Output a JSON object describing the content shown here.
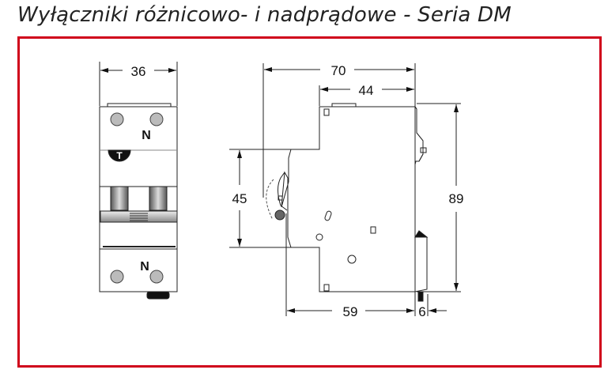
{
  "title": "Wyłączniki różnicowo- i nadprądowe - Seria DM",
  "colors": {
    "frame": "#d0021b",
    "line": "#222222"
  },
  "front_view": {
    "width_dim": "36",
    "top_label": "N",
    "bottom_label": "N",
    "test_button": "T"
  },
  "side_view": {
    "overall_depth_dim": "70",
    "top_depth_dim": "44",
    "front_height_dim": "45",
    "height_dim": "89",
    "rail_depth_dim": "59",
    "clip_dim": "6"
  }
}
